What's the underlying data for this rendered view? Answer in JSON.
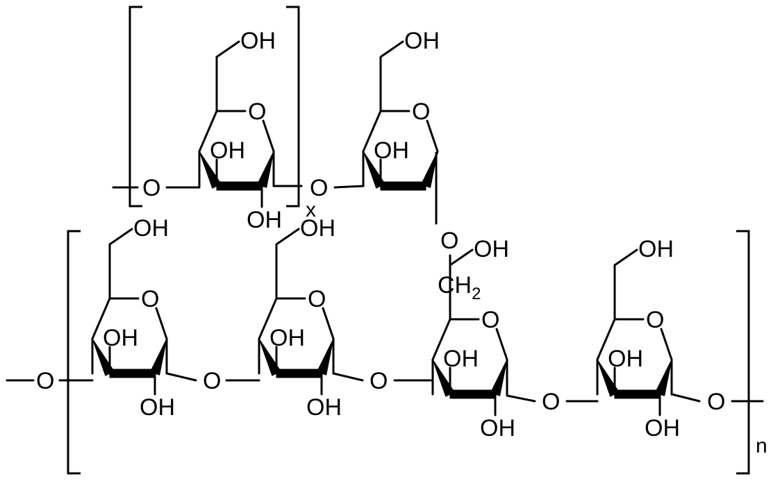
{
  "labels": {
    "hydroxyl": "OH",
    "ring_oxygen": "O",
    "bridge_oxygen": "O",
    "methylene": "CH",
    "methylene_subscript": "2",
    "repeat_x": "x",
    "repeat_n": "n"
  }
}
